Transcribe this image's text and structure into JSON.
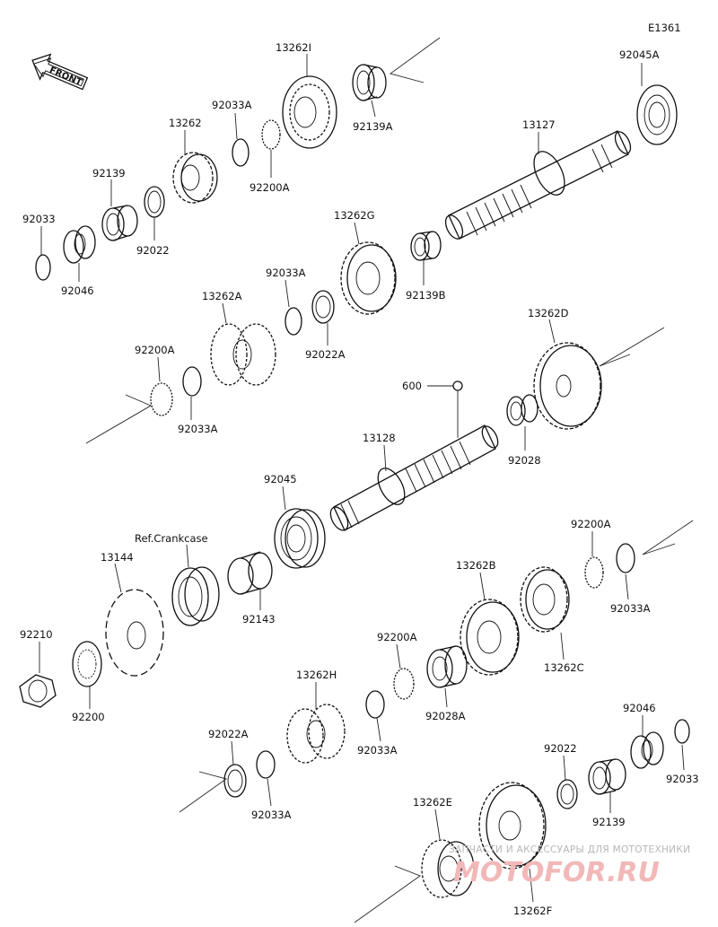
{
  "diagram_id": "E1361",
  "front_label": "FRONT",
  "ref_label": "Ref.Crankcase",
  "watermark": {
    "line1": "ЗАПЧАСТИ И АКСЕССУАРЫ ДЛЯ МОТОТЕХНИКИ",
    "line2": "MOTOFOR.RU"
  },
  "parts": [
    {
      "id": "p13262I",
      "label": "13262I"
    },
    {
      "id": "p92139A",
      "label": "92139A"
    },
    {
      "id": "p92045A",
      "label": "92045A"
    },
    {
      "id": "p13262",
      "label": "13262"
    },
    {
      "id": "p92033A_1",
      "label": "92033A"
    },
    {
      "id": "p92200A_1",
      "label": "92200A"
    },
    {
      "id": "p13127",
      "label": "13127"
    },
    {
      "id": "p92139",
      "label": "92139"
    },
    {
      "id": "p92022",
      "label": "92022"
    },
    {
      "id": "p92033",
      "label": "92033"
    },
    {
      "id": "p92046",
      "label": "92046"
    },
    {
      "id": "p13262G",
      "label": "13262G"
    },
    {
      "id": "p92139B",
      "label": "92139B"
    },
    {
      "id": "p92033A_2",
      "label": "92033A"
    },
    {
      "id": "p13262A",
      "label": "13262A"
    },
    {
      "id": "p92022A",
      "label": "92022A"
    },
    {
      "id": "p92200A_2",
      "label": "92200A"
    },
    {
      "id": "p92033A_3",
      "label": "92033A"
    },
    {
      "id": "p13262D",
      "label": "13262D"
    },
    {
      "id": "p600",
      "label": "600"
    },
    {
      "id": "p92028",
      "label": "92028"
    },
    {
      "id": "p13128",
      "label": "13128"
    },
    {
      "id": "p92045",
      "label": "92045"
    },
    {
      "id": "p13144",
      "label": "13144"
    },
    {
      "id": "p92143",
      "label": "92143"
    },
    {
      "id": "p92200A_3",
      "label": "92200A"
    },
    {
      "id": "p92033A_4",
      "label": "92033A"
    },
    {
      "id": "p13262B",
      "label": "13262B"
    },
    {
      "id": "p13262C",
      "label": "13262C"
    },
    {
      "id": "p92210",
      "label": "92210"
    },
    {
      "id": "p92200",
      "label": "92200"
    },
    {
      "id": "p92200A_4",
      "label": "92200A"
    },
    {
      "id": "p92028A",
      "label": "92028A"
    },
    {
      "id": "p13262H",
      "label": "13262H"
    },
    {
      "id": "p92033A_5",
      "label": "92033A"
    },
    {
      "id": "p92046_2",
      "label": "92046"
    },
    {
      "id": "p92022A_2",
      "label": "92022A"
    },
    {
      "id": "p92033A_6",
      "label": "92033A"
    },
    {
      "id": "p92022_2",
      "label": "92022"
    },
    {
      "id": "p92139_2",
      "label": "92139"
    },
    {
      "id": "p92033_2",
      "label": "92033"
    },
    {
      "id": "p13262E",
      "label": "13262E"
    },
    {
      "id": "p13262F",
      "label": "13262F"
    }
  ]
}
